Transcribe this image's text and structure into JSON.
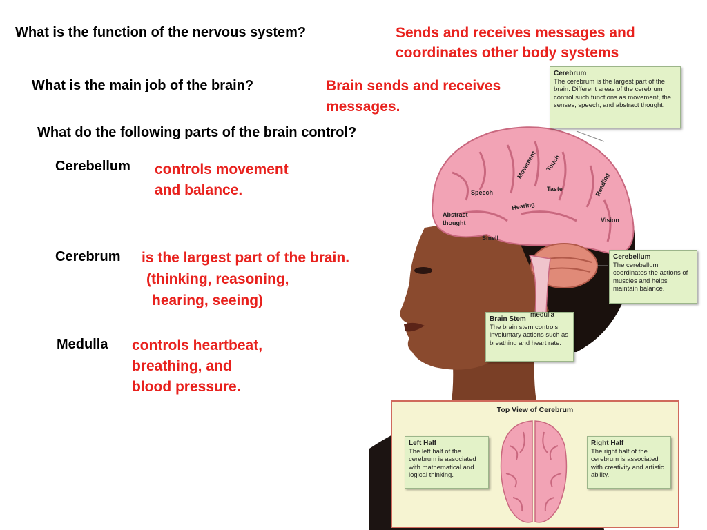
{
  "questions": {
    "q1": {
      "text": "What is the function of the nervous system?",
      "answer_l1": "Sends and receives messages and",
      "answer_l2": "coordinates other body systems"
    },
    "q2": {
      "text": "What is the main job of the brain?",
      "answer_l1": "Brain sends and receives",
      "answer_l2": "messages."
    },
    "q3": {
      "text": "What do the following parts of the brain control?"
    }
  },
  "parts": {
    "cerebellum": {
      "term": "Cerebellum",
      "l1": "controls movement",
      "l2": "and balance."
    },
    "cerebrum": {
      "term": "Cerebrum",
      "l1": "is the largest part of the brain.",
      "l2": "(thinking, reasoning,",
      "l3": "hearing, seeing)"
    },
    "medulla": {
      "term": "Medulla",
      "l1": "controls heartbeat,",
      "l2": "breathing, and",
      "l3": "blood pressure."
    }
  },
  "brain_labels": {
    "movement": "Movement",
    "touch": "Touch",
    "speech": "Speech",
    "taste": "Taste",
    "reading": "Reading",
    "hearing": "Hearing",
    "abstract_l1": "Abstract",
    "abstract_l2": "thought",
    "vision": "Vision",
    "smell": "Smell",
    "medulla": "medulla"
  },
  "callouts": {
    "cerebrum": {
      "title": "Cerebrum",
      "body": "The cerebrum is the largest part of the brain. Different areas of the cerebrum control such functions as movement, the senses, speech, and abstract thought."
    },
    "cerebellum": {
      "title": "Cerebellum",
      "body": "The cerebellum coordinates the actions of muscles and helps maintain balance."
    },
    "brainstem": {
      "title": "Brain Stem",
      "body": "The brain stem controls involuntary actions such as breathing and heart rate."
    }
  },
  "top_view": {
    "title": "Top View of Cerebrum",
    "left": {
      "title": "Left Half",
      "body": "The left half of the cerebrum is associated with mathematical and logical thinking."
    },
    "right": {
      "title": "Right Half",
      "body": "The right half of the cerebrum is associated with creativity and artistic ability."
    }
  },
  "colors": {
    "answer": "#e8211d",
    "callout_bg": "#e3f2c8",
    "brain_pink": "#f2a3b5",
    "skin": "#8a4a2e"
  }
}
